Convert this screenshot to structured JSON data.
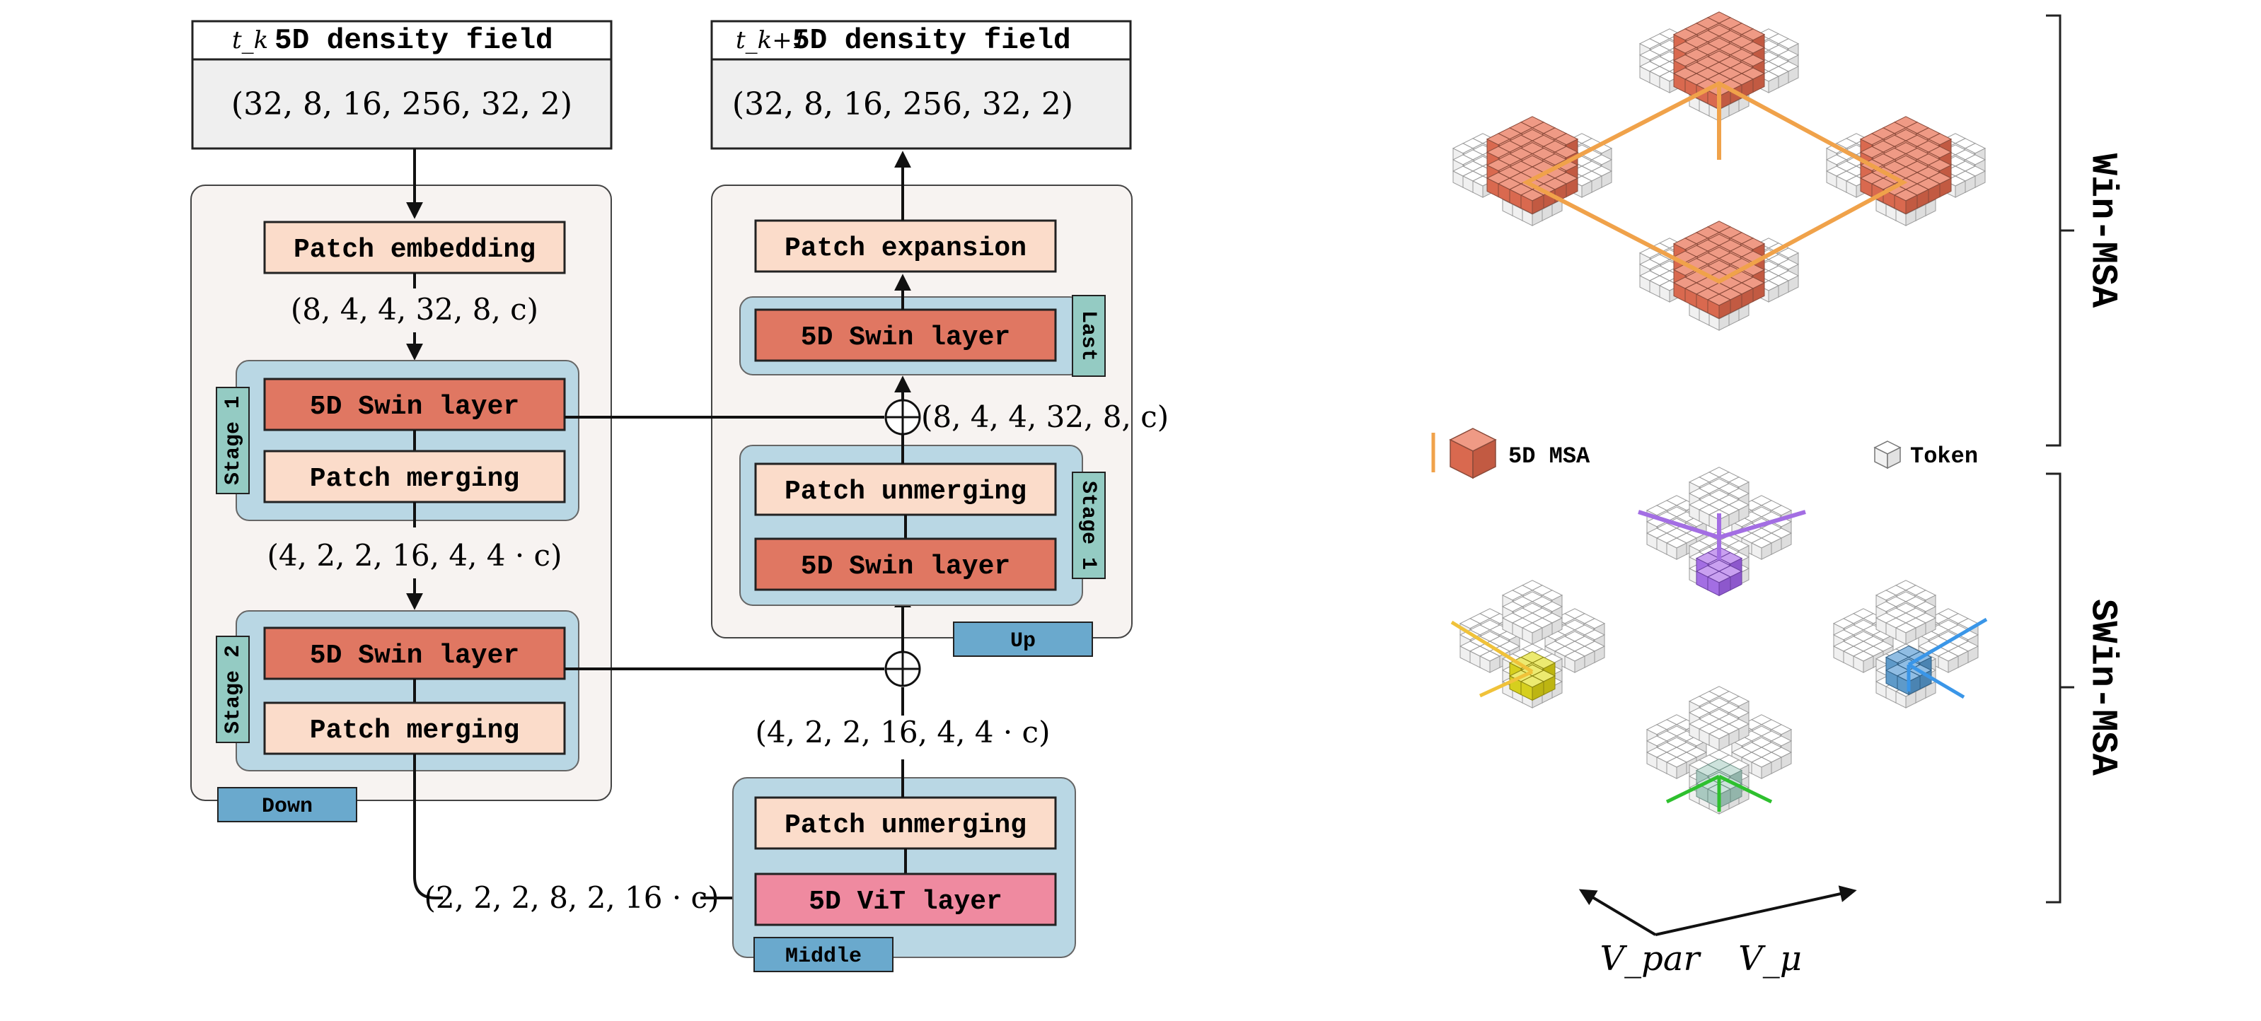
{
  "input_field": {
    "time_label": "t_k",
    "title": "5D density field",
    "shape": "(32, 8, 16, 256, 32, 2)"
  },
  "output_field": {
    "time_label": "t_k+1",
    "title": "5D density field",
    "shape": "(32, 8, 16, 256, 32, 2)"
  },
  "down": {
    "tag": "Down",
    "patch_embedding": "Patch embedding",
    "shape_after_embedding": "(8, 4, 4, 32, 8, c)",
    "stage1": {
      "tag": "Stage 1",
      "swin": "5D Swin layer",
      "merging": "Patch merging"
    },
    "shape_after_stage1": "(4, 2, 2, 16, 4, 4 · c)",
    "stage2": {
      "tag": "Stage 2",
      "swin": "5D Swin layer",
      "merging": "Patch merging"
    }
  },
  "middle": {
    "tag": "Middle",
    "input_shape": "(2, 2, 2, 8, 2, 16 · c)",
    "unmerging": "Patch unmerging",
    "vit": "5D ViT layer",
    "output_shape": "(4, 2, 2, 16, 4, 4 · c)"
  },
  "up": {
    "tag": "Up",
    "stage1": {
      "tag": "Stage 1",
      "unmerging": "Patch unmerging",
      "swin": "5D Swin layer"
    },
    "skip_shape": "(8, 4, 4, 32, 8, c)",
    "last": {
      "tag": "Last",
      "swin": "5D Swin layer"
    },
    "expansion": "Patch expansion"
  },
  "right_panel": {
    "win_msa": "Win-MSA",
    "swin_msa": "SWin-MSA",
    "legend_msa": "5D MSA",
    "legend_token": "Token",
    "axis_par": "V_par",
    "axis_mu": "V_μ"
  },
  "colors": {
    "swin": "#e07762",
    "patch": "#fbdcca",
    "vit": "#ef8aa0",
    "stage_bg": "#b9d7e4",
    "stage_tag": "#94cbc3",
    "section_tag": "#6aa9cd",
    "panel_bg": "#f7f3f1",
    "field_bg": "#efefef",
    "msa_orange": "#f0a24a",
    "purple": "#a36ee3",
    "yellow": "#d6cf1e",
    "blue": "#5e9ac9",
    "teal": "#a9c9c0"
  }
}
